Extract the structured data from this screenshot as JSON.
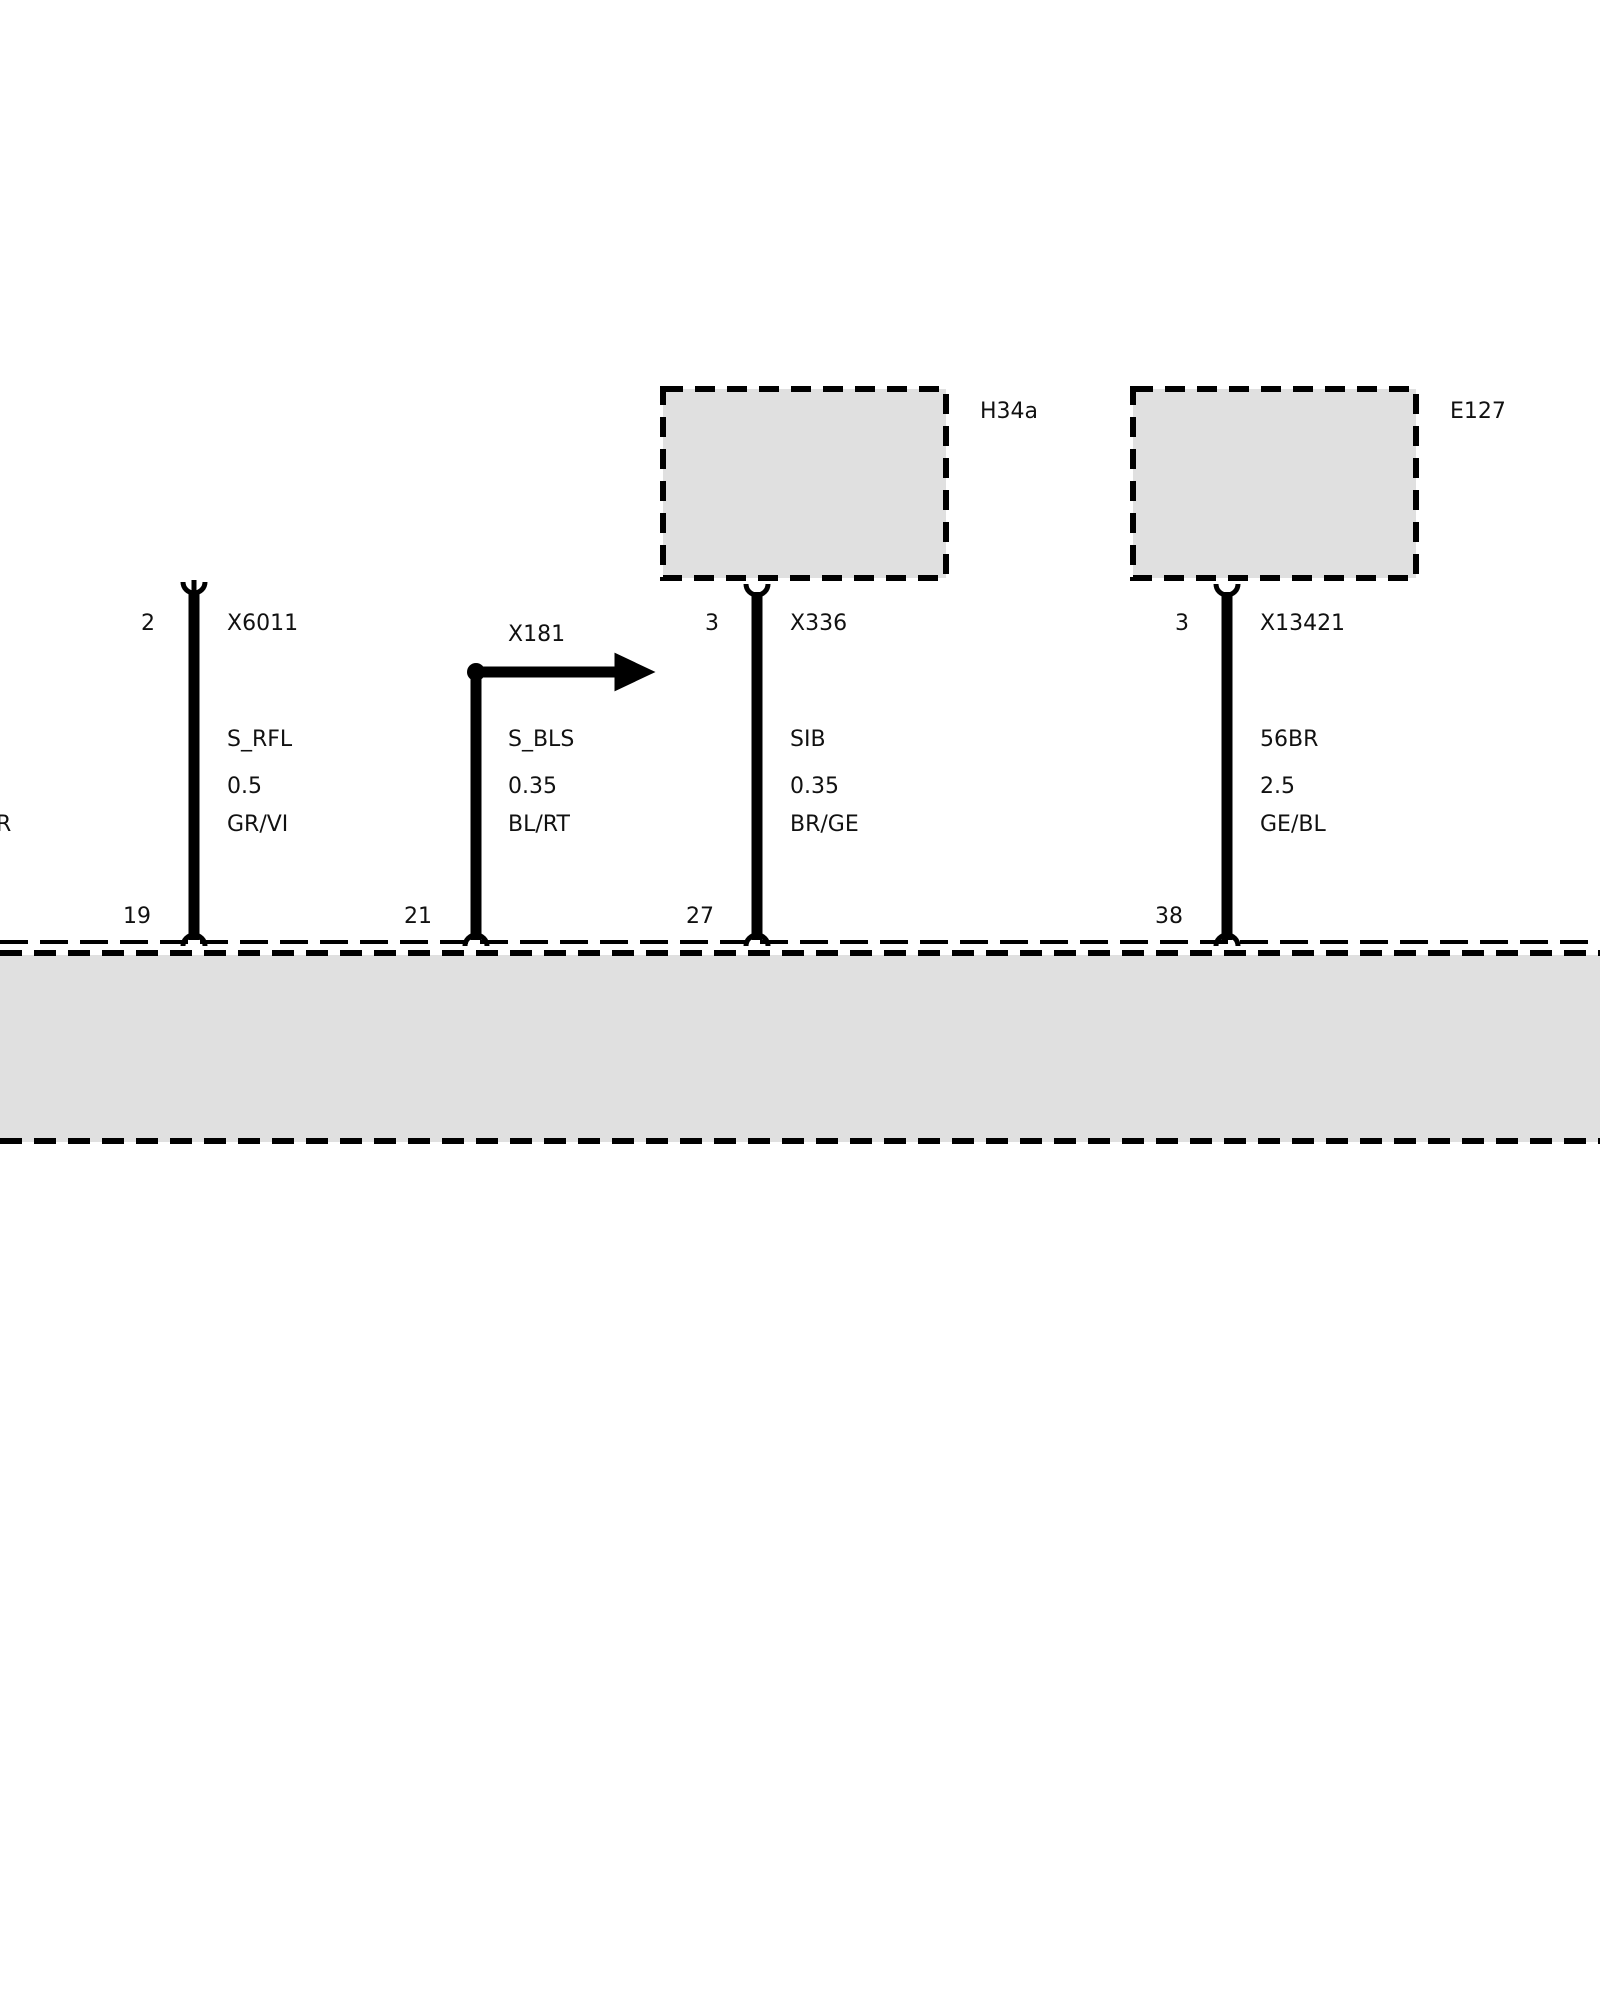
{
  "components": {
    "h34a": {
      "label": "H34a"
    },
    "e127": {
      "label": "E127"
    }
  },
  "partial_left_label": "R",
  "wires": [
    {
      "id": "x6011",
      "top_pin": "2",
      "connector": "X6011",
      "signal": "S_RFL",
      "gauge": "0.5",
      "color_code": "GR/VI",
      "bottom_pin": "19"
    },
    {
      "id": "x181",
      "top_pin": "",
      "connector": "X181",
      "signal": "S_BLS",
      "gauge": "0.35",
      "color_code": "BL/RT",
      "bottom_pin": "21"
    },
    {
      "id": "x336",
      "top_pin": "3",
      "connector": "X336",
      "signal": "SIB",
      "gauge": "0.35",
      "color_code": "BR/GE",
      "bottom_pin": "27"
    },
    {
      "id": "x13421",
      "top_pin": "3",
      "connector": "X13421",
      "signal": "56BR",
      "gauge": "2.5",
      "color_code": "GE/BL",
      "bottom_pin": "38"
    }
  ],
  "colors": {
    "component_fill": "#e0e0e0",
    "line": "#000000",
    "background": "#ffffff"
  }
}
